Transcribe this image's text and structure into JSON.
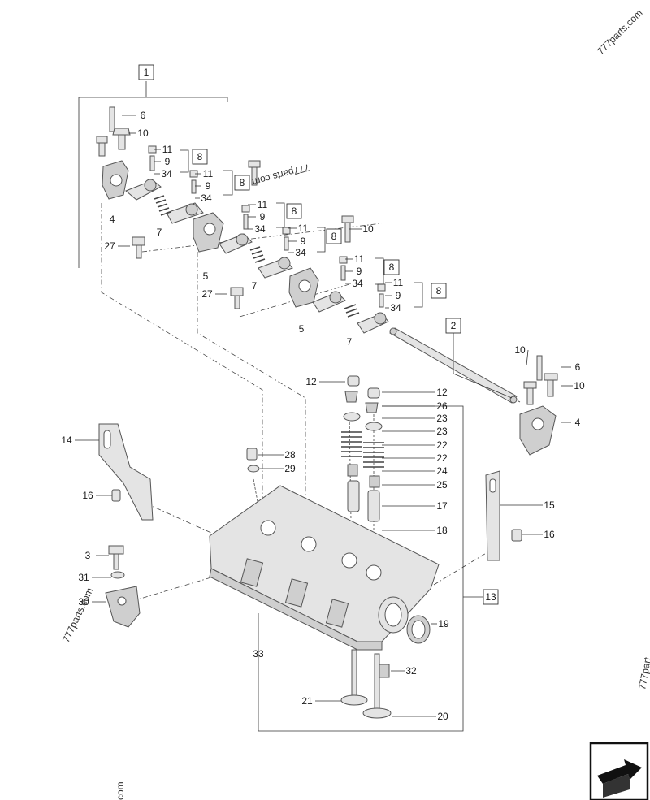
{
  "diagram": {
    "callouts": [
      "1",
      "2",
      "3",
      "4",
      "5",
      "6",
      "7",
      "8",
      "9",
      "10",
      "11",
      "12",
      "13",
      "14",
      "15",
      "16",
      "17",
      "18",
      "19",
      "20",
      "21",
      "22",
      "23",
      "24",
      "25",
      "26",
      "27",
      "28",
      "29",
      "30",
      "31",
      "32",
      "33",
      "34"
    ],
    "watermarks": [
      "777parts.com",
      "777parts.com",
      "777parts.com",
      "777part",
      "com"
    ],
    "nav_icon": "arrow-icon"
  }
}
